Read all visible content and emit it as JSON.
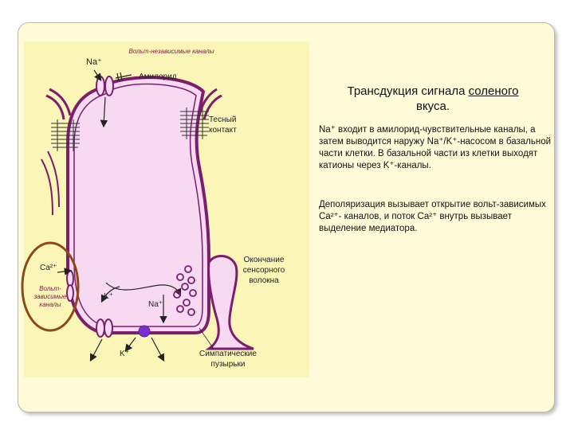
{
  "title": {
    "prefix": "Трансдукция сигнала",
    "underlined": "соленого",
    "suffix": "вкуса."
  },
  "paragraphs": [
    "Na⁺ входит в амилорид-чувствительные каналы, а затем выводится наружу Na⁺/K⁺-насосом в базальной части клетки. В базальной части из клетки выходят катионы через K⁺-каналы.",
    "Деполяризация вызывает открытие вольт-зависимых Ca²⁺- каналов, и поток Ca²⁺ внутрь вызывает выделение медиатора."
  ],
  "diagram": {
    "na_top": "Na⁺",
    "voltage_independent": "Вольт-независимые каналы",
    "amiloride": "Амилорид",
    "tight_junction": "Тесный контакт",
    "ca": "Ca²⁺",
    "voltage_dependent": "Вольт-зависимые каналы",
    "k_inner": "K⁺",
    "na_inner": "Na⁺",
    "k_out": "K⁺",
    "sensory_fiber": "Окончание сенсорного волокна",
    "synaptic_vesicles": "Симпатические пузырьки"
  },
  "colors": {
    "card_bg": "#fffbd8",
    "diagram_bg": "#fbf5b8",
    "membrane": "#7a1f6e",
    "cell_fill": "#f7d9f2",
    "ca_ring": "#8b4a18",
    "pump": "#7b2fd0"
  }
}
